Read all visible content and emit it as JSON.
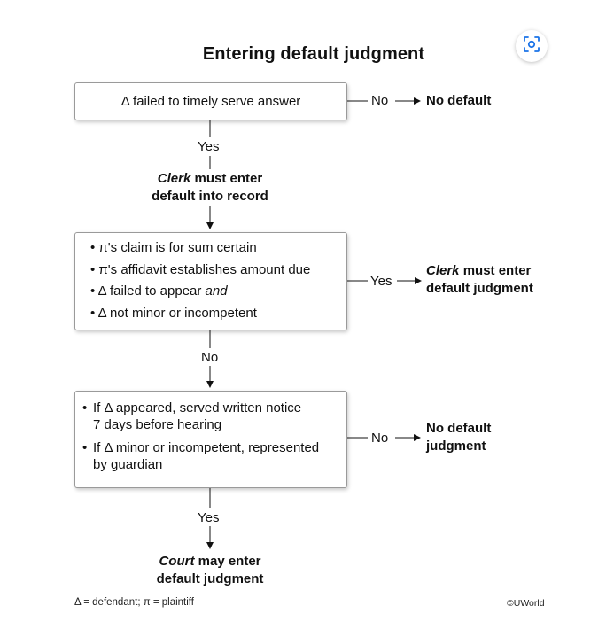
{
  "title": "Entering default judgment",
  "icons": {
    "lens": "lens-scan-icon"
  },
  "box1": {
    "text": "Δ failed to timely serve answer"
  },
  "branch1": {
    "no_label": "No",
    "no_result": "No default",
    "yes_label": "Yes"
  },
  "clerk_default": {
    "actor": "Clerk",
    "rest_line1": " must enter",
    "line2": "default into record"
  },
  "box2": {
    "items": [
      {
        "bullet": "•",
        "text": " π's claim is for sum certain"
      },
      {
        "bullet": "•",
        "text": " π's affidavit establishes amount due"
      },
      {
        "bullet": "•",
        "text": " Δ failed to appear ",
        "emph": "and"
      },
      {
        "bullet": "•",
        "text": " Δ not minor or incompetent"
      }
    ]
  },
  "branch2": {
    "yes_label": "Yes",
    "yes_actor": "Clerk",
    "yes_rest_line1": " must enter",
    "yes_line2": "default judgment",
    "no_label": "No"
  },
  "box3": {
    "items": [
      {
        "bullet": "•",
        "line1": "If Δ appeared, served written notice",
        "line2": "7 days before hearing"
      },
      {
        "bullet": "•",
        "line1": "If Δ minor or incompetent, represented",
        "line2": "by guardian"
      }
    ]
  },
  "branch3": {
    "no_label": "No",
    "no_line1": "No default",
    "no_line2": "judgment",
    "yes_label": "Yes",
    "yes_actor": "Court",
    "yes_rest_line1": " may enter",
    "yes_line2": "default judgment"
  },
  "footer": {
    "legend": "Δ = defendant;  π = plaintiff",
    "credit": "©UWorld"
  }
}
